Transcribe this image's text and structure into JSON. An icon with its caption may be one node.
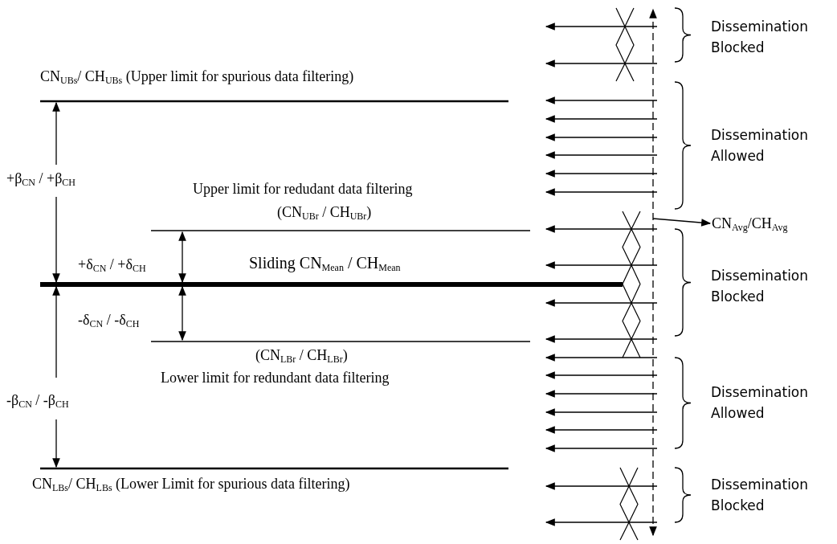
{
  "diagram": {
    "nodes": [
      {
        "text": [],
        "shape": "line"
      },
      {
        "text": [
          "CN$_{Avg}$/CH$_{Avg}$"
        ]
      }
    ],
    "edges": [
      {
        "from": 0,
        "to": null,
        "arrow": "to"
      },
      {
        "from": 0,
        "to": null,
        "arrow": "to"
      },
      {
        "from": 0,
        "to": null,
        "arrow": "to"
      },
      {
        "from": 0,
        "to": null,
        "arrow": "to"
      },
      {
        "from": 0,
        "to": null,
        "arrow": "to"
      },
      {
        "from": 0,
        "to": null,
        "arrow": "to"
      },
      {
        "from": 0,
        "to": null,
        "arrow": "to"
      },
      {
        "from": 0,
        "to": null,
        "arrow": "to"
      },
      {
        "from": 0,
        "to": 1,
        "arrow": "to"
      },
      {
        "from": 0,
        "to": null,
        "arrow": "to"
      },
      {
        "from": 0,
        "to": null,
        "arrow": "to"
      },
      {
        "from": 0,
        "to": null,
        "arrow": "to"
      },
      {
        "from": 0,
        "to": null,
        "arrow": "to"
      },
      {
        "from": 0,
        "to": null,
        "arrow": "to"
      },
      {
        "from": 0,
        "to": null,
        "arrow": "to"
      },
      {
        "from": 0,
        "to": null,
        "arrow": "to"
      },
      {
        "from": 0,
        "to": null,
        "arrow": "to"
      },
      {
        "from": 0,
        "to": null,
        "arrow": "to"
      },
      {
        "from": 0,
        "to": null,
        "arrow": "to"
      },
      {
        "from": 0,
        "to": null,
        "arrow": "to"
      },
      {
        "from": 0,
        "to": null,
        "arrow": "to"
      }
    ],
    "labels": [
      "Dissemination Blocked",
      "CN$_{UBs}$/ CH$_{UBs}$ (Upper limit for spurious data filtering)",
      "Dissemination Allowed",
      "+β$_{CN}$ / +β$_{CH}$",
      "Upper limit for redudant data filtering",
      "(CN$_{UBr}$ / CH$_{UBr}$)",
      "+δ$_{CN}$ / +δ$_{CH}$",
      "Sliding CN$_{Mean}$ / CH$_{Mean}$",
      "Dissemination Blocked",
      "-δ$_{CN}$ / -δ$_{CH}$",
      "(CN$_{LBr}$ / CH$_{LBr}$)",
      "Lower limit for redundant data filtering",
      "Dissemination Allowed",
      "-β$_{CN}$ / -β$_{CH}$",
      "CN$_{LBs}$/ CH$_{LBs}$ (Lower Limit for spurious data filtering)",
      "Dissemination Blocked"
    ]
  }
}
